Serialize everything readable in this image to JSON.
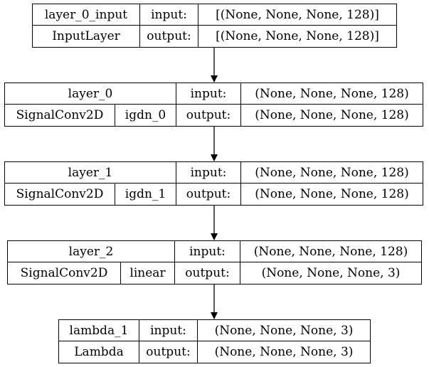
{
  "nodes": [
    {
      "id": "layer_0_input",
      "rows": [
        [
          "layer_0_input",
          "input:",
          "[(None, None, None, 128)]"
        ],
        [
          "InputLayer",
          "output:",
          "[(None, None, None, 128)]"
        ]
      ]
    },
    {
      "id": "layer_0",
      "rows": [
        [
          "layer_0",
          "input:",
          "(None, None, None, 128)"
        ],
        [
          "SignalConv2D",
          "igdn_0",
          "output:",
          "(None, None, None, 128)"
        ]
      ]
    },
    {
      "id": "layer_1",
      "rows": [
        [
          "layer_1",
          "input:",
          "(None, None, None, 128)"
        ],
        [
          "SignalConv2D",
          "igdn_1",
          "output:",
          "(None, None, None, 128)"
        ]
      ]
    },
    {
      "id": "layer_2",
      "rows": [
        [
          "layer_2",
          "input:",
          "(None, None, None, 128)"
        ],
        [
          "SignalConv2D",
          "linear",
          "output:",
          "(None, None, None, 3)"
        ]
      ]
    },
    {
      "id": "lambda_1",
      "rows": [
        [
          "lambda_1",
          "input:",
          "(None, None, None, 3)"
        ],
        [
          "Lambda",
          "output:",
          "(None, None, None, 3)"
        ]
      ]
    }
  ],
  "edges": [
    [
      "layer_0_input",
      "layer_0"
    ],
    [
      "layer_0",
      "layer_1"
    ],
    [
      "layer_1",
      "layer_2"
    ],
    [
      "layer_2",
      "lambda_1"
    ]
  ]
}
